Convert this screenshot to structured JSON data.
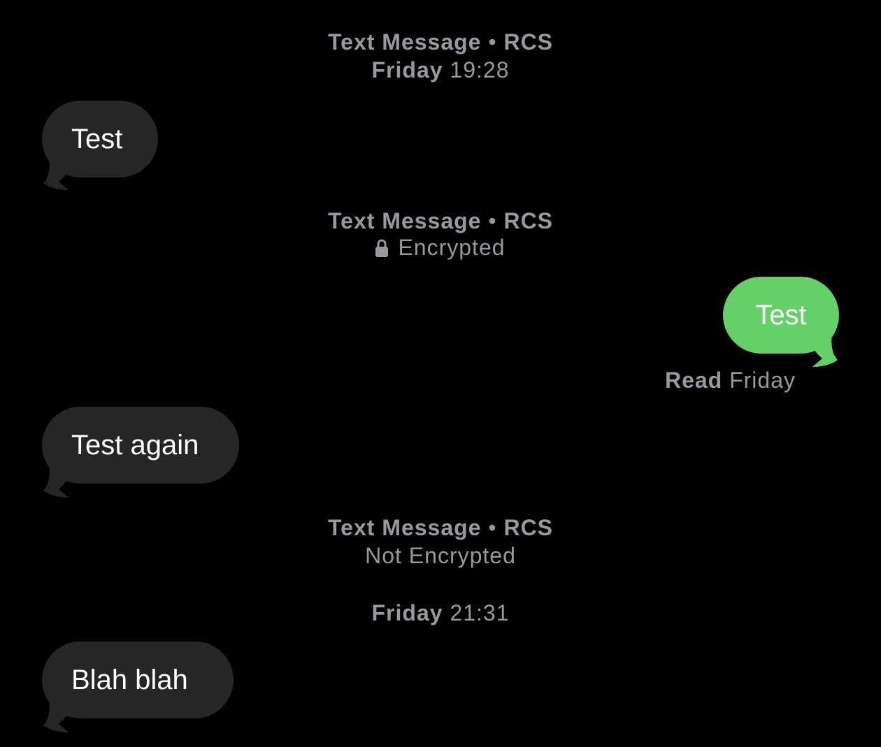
{
  "colors": {
    "background": "#000000",
    "incoming_bubble": "#262629",
    "outgoing_bubble": "#66d068",
    "meta_text": "#98989f"
  },
  "header1": {
    "service": "Text Message",
    "separator": "•",
    "protocol": "RCS",
    "day": "Friday",
    "time": "19:28"
  },
  "msg1": {
    "text": "Test"
  },
  "header2": {
    "service": "Text Message",
    "separator": "•",
    "protocol": "RCS",
    "status_icon": "lock-icon",
    "status": "Encrypted"
  },
  "msg2": {
    "text": "Test"
  },
  "receipt": {
    "label": "Read",
    "when": "Friday"
  },
  "msg3": {
    "text": "Test again"
  },
  "header3": {
    "service": "Text Message",
    "separator": "•",
    "protocol": "RCS",
    "status": "Not Encrypted"
  },
  "timestamp2": {
    "day": "Friday",
    "time": "21:31"
  },
  "msg4": {
    "text": "Blah blah"
  }
}
